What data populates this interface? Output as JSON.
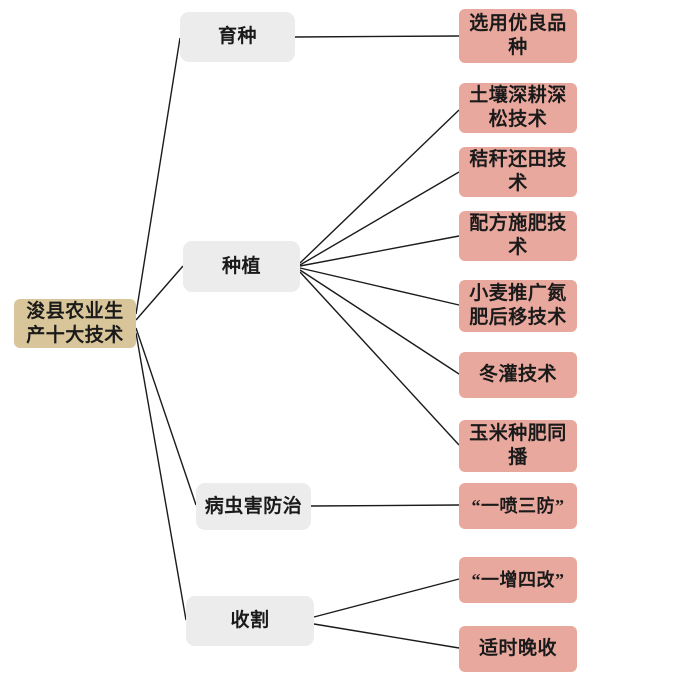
{
  "colors": {
    "background": "#ffffff",
    "root_bg": "#d8c69a",
    "branch_bg": "#ececec",
    "leaf_bg": "#e9a89d",
    "line": "#1b1b1b",
    "text": "#1a1a1a"
  },
  "nodes": {
    "root": {
      "label": "浚县农业生\n产十大技术"
    },
    "branches": [
      {
        "label": "育种",
        "children": [
          "选用优良品\n种"
        ]
      },
      {
        "label": "种植",
        "children": [
          "土壤深耕深\n松技术",
          "秸秆还田技\n术",
          "配方施肥技\n术",
          "小麦推广氮\n肥后移技术",
          "冬灌技术",
          "玉米种肥同\n播"
        ]
      },
      {
        "label": "病虫害防治",
        "children": [
          "“一喷三防”"
        ]
      },
      {
        "label": "收割",
        "children": [
          "“一增四改”",
          "适时晚收"
        ]
      }
    ]
  }
}
